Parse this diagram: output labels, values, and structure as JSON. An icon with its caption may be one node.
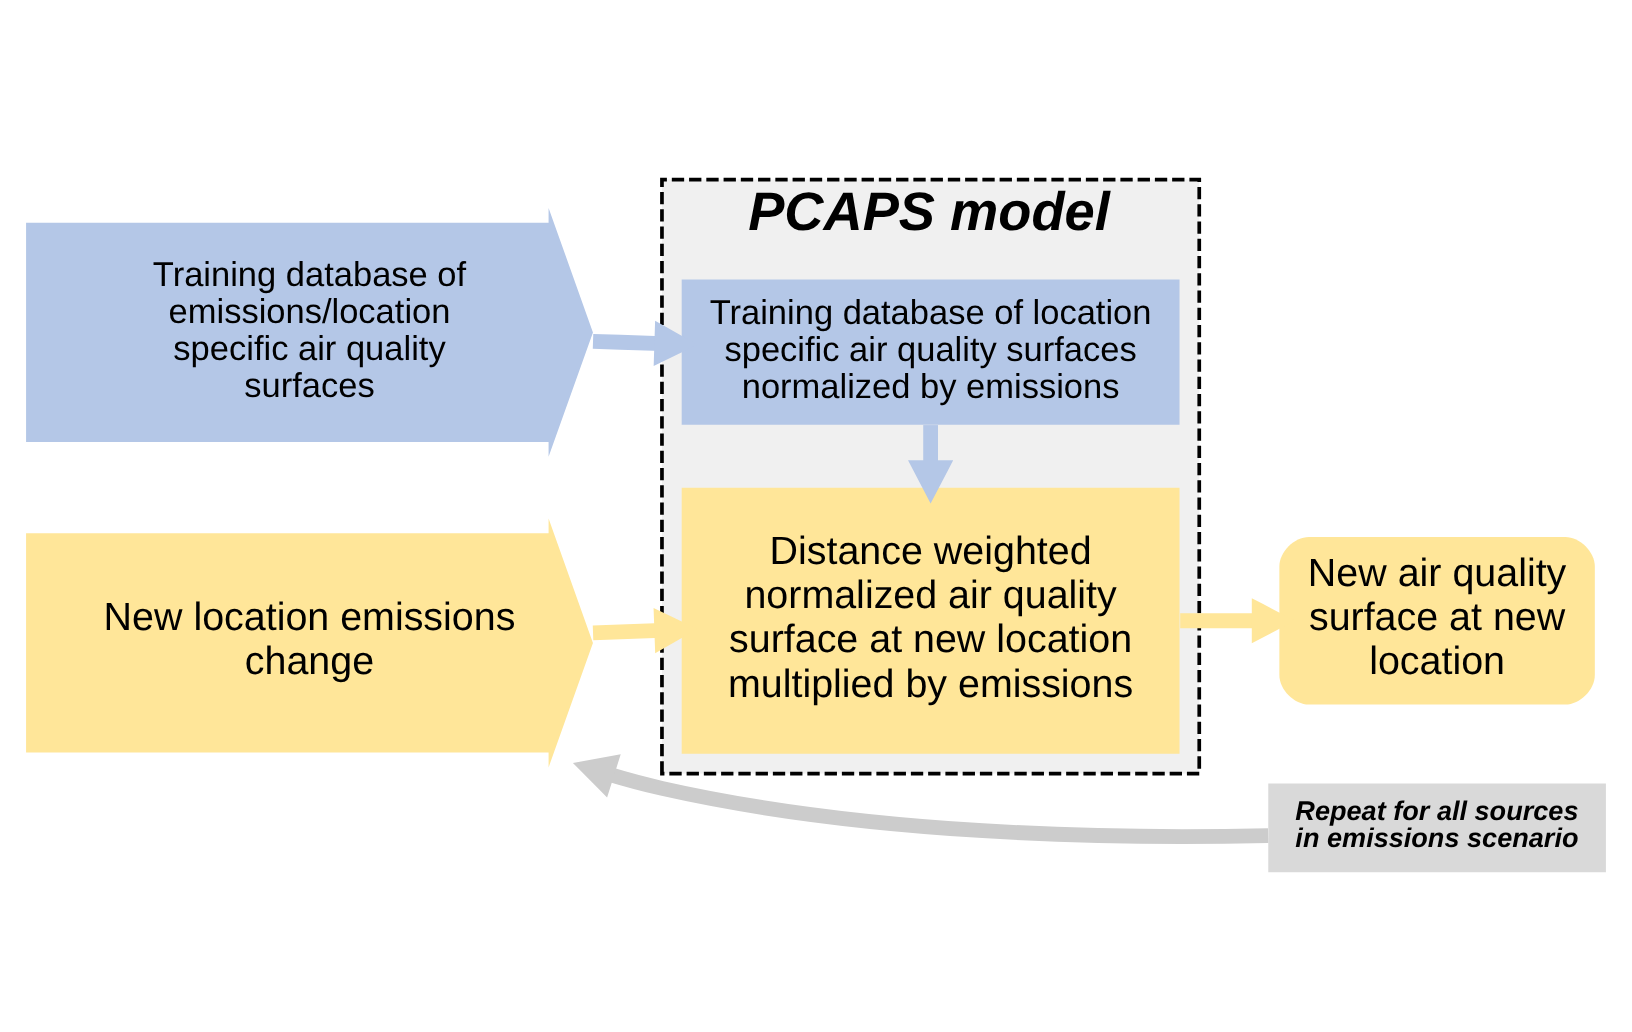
{
  "diagram": {
    "nodes": [
      {
        "text": [
          "PCAPS model"
        ]
      },
      {
        "text": [
          "Training database of emissions/location specific air quality surfaces"
        ]
      },
      {
        "text": [
          "Training database of location specific air quality surfaces normalized by emissions"
        ],
        "in": 0
      },
      {
        "text": [
          "New location emissions change"
        ]
      },
      {
        "text": [
          "Distance weighted normalized air quality surface at new location multiplied by emissions"
        ],
        "in": 0
      },
      {
        "text": [
          "New air quality surface at new location"
        ]
      },
      {
        "text": [
          "Repeat for all sources in emissions scenario"
        ]
      }
    ],
    "edges": [
      {
        "from": 1,
        "to": 2,
        "arrow": "to",
        "color": "#b4c7e7"
      },
      {
        "from": 2,
        "to": 4,
        "arrow": "to",
        "color": "#b4c7e7"
      },
      {
        "from": 3,
        "to": 4,
        "arrow": "to",
        "color": "#ffe699"
      },
      {
        "from": 4,
        "to": 5,
        "arrow": "to",
        "color": "#ffe699"
      },
      {
        "from": 6,
        "to": 3,
        "arrow": "to",
        "color": "#cccccc"
      }
    ]
  }
}
